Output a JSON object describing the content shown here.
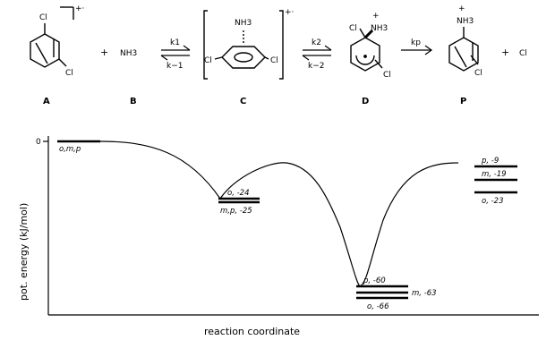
{
  "scheme": {
    "species": {
      "A": {
        "label": "A",
        "sub1": "Cl",
        "sub2": "Cl",
        "charge": "+·"
      },
      "B": {
        "label": "B",
        "formula": "NH3"
      },
      "C": {
        "label": "C",
        "top": "NH3",
        "left": "Cl",
        "right": "Cl",
        "charge": "+·"
      },
      "D": {
        "label": "D",
        "sub1": "Cl",
        "nh3": "NH3",
        "plus": "+",
        "sub2": "Cl"
      },
      "P": {
        "label": "P",
        "nh3": "NH3",
        "plus": "+",
        "sub": "Cl",
        "product": "Cl"
      }
    },
    "operators": {
      "plus1": "+",
      "plus2": "+"
    },
    "rates": {
      "k1": "k1",
      "km1": "k−1",
      "k2": "k2",
      "km2": "k−2",
      "kp": "kp"
    }
  },
  "diagram": {
    "ylabel": "pot. energy (kJ/mol)",
    "xlabel": "reaction coordinate",
    "zero_tick": "0",
    "levels": {
      "start": "o,m,p",
      "complex_top": "o, -24",
      "complex_bot": "m,p, -25",
      "inter_top": "p, -60",
      "inter_mid": "m, -63",
      "inter_bot": "o, -66",
      "prod_top": "p, -9",
      "prod_mid": "m, -19",
      "prod_bot": "o, -23"
    }
  }
}
